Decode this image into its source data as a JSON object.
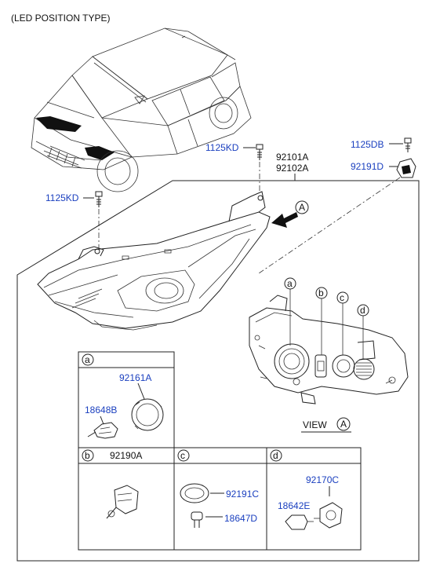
{
  "title": "(LED POSITION TYPE)",
  "parts": {
    "bolt_upper": "1125KD",
    "bolt_left": "1125KD",
    "headlamp_lh": "92101A",
    "headlamp_rh": "92102A",
    "screw_right": "1125DB",
    "bracket_right": "92191D",
    "bulb_a": "18648B",
    "socket_a": "92161A",
    "actuator_b": "92190A",
    "cap_c": "92191C",
    "bulb_c": "18647D",
    "socket_d": "92170C",
    "bulb_d": "18642E"
  },
  "view": {
    "label": "VIEW",
    "marker": "A"
  },
  "callouts": {
    "arrow_marker": "A",
    "a": "a",
    "b": "b",
    "c": "c",
    "d": "d"
  },
  "detail_boxes": {
    "a": "a",
    "b": "b",
    "c": "c",
    "d": "d"
  },
  "colors": {
    "part_number": "#1a3fbf",
    "line": "#222222",
    "highlight": "#111111"
  }
}
